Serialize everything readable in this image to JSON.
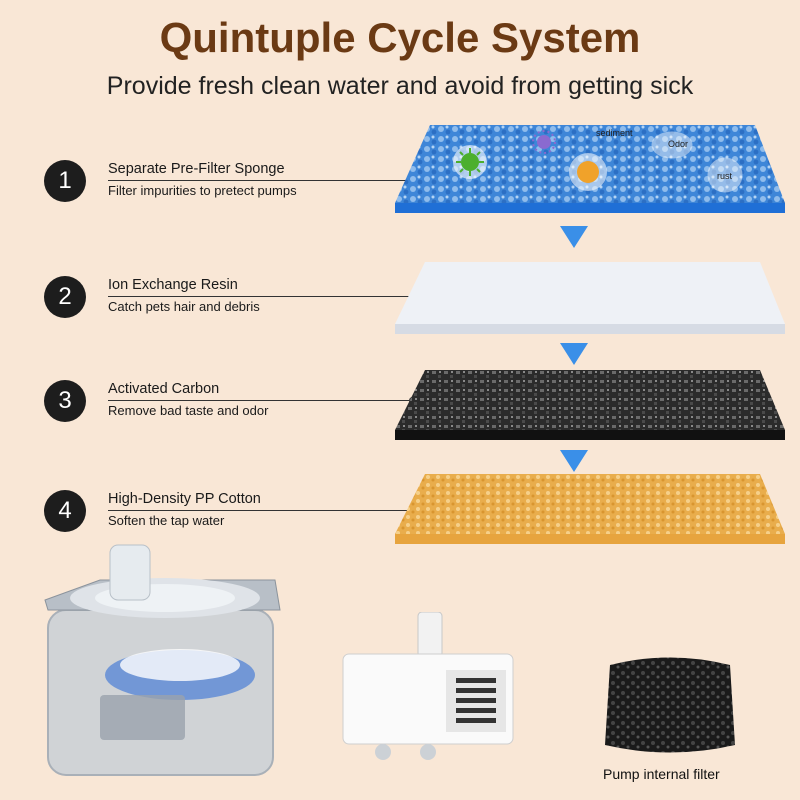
{
  "title": "Quintuple Cycle System",
  "subtitle": "Provide fresh clean water and avoid from getting sick",
  "steps": [
    {
      "number": "1",
      "label": "Separate Pre-Filter Sponge",
      "description": "Filter impurities to pretect pumps"
    },
    {
      "number": "2",
      "label": "Ion Exchange Resin",
      "description": "Catch pets hair and debris"
    },
    {
      "number": "3",
      "label": "Activated Carbon",
      "description": "Remove bad taste and odor"
    },
    {
      "number": "4",
      "label": "High-Density PP Cotton",
      "description": "Soften the tap water"
    }
  ],
  "layer_labels": {
    "sediment": "sediment",
    "odor": "Odor",
    "rust": "rust"
  },
  "pump_caption": "Pump internal filter",
  "colors": {
    "background": "#f9e7d6",
    "title": "#6b3a14",
    "sponge_layer": "#2f7fdc",
    "resin_layer": "#e8ecf2",
    "carbon_layer": "#1c1c1c",
    "cotton_layer": "#e9ad4c",
    "arrow": "#3a8fe8"
  }
}
